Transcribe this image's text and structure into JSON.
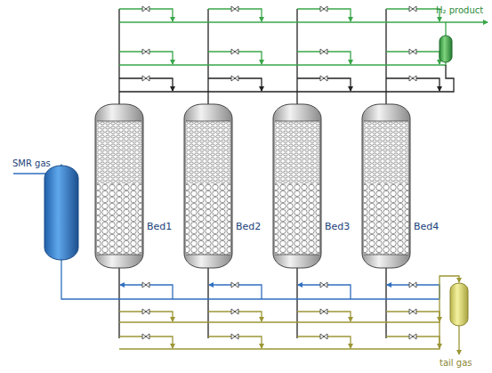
{
  "diagram": {
    "nodes": [
      {
        "text": [
          "Bed1"
        ]
      },
      {
        "text": [
          "Bed2"
        ]
      },
      {
        "text": [
          "Bed3"
        ]
      },
      {
        "text": [
          "Bed4"
        ]
      }
    ],
    "labels": [
      "SMR gas",
      "H₂ product",
      "tail gas"
    ]
  }
}
